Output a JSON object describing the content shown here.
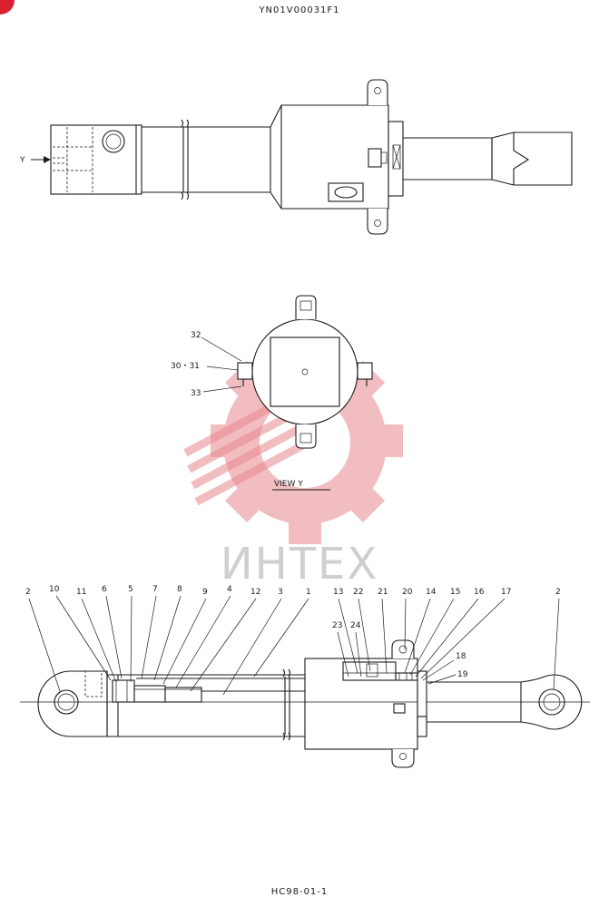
{
  "header": {
    "doc_code": "YN01V00031F1"
  },
  "footer": {
    "page_code": "HC98-01-1"
  },
  "watermark": {
    "text": "ИНТЕХ",
    "color": "#e8888e"
  },
  "top_view": {
    "arrow_label": "Y"
  },
  "view_y": {
    "caption": "VIEW   Y",
    "callouts": [
      "32",
      "30・31",
      "33"
    ]
  },
  "section_view": {
    "top_callouts": [
      "2",
      "10",
      "11",
      "6",
      "5",
      "7",
      "8",
      "9",
      "4",
      "12",
      "3",
      "1",
      "13",
      "22",
      "21",
      "20",
      "14",
      "15",
      "16",
      "17",
      "2"
    ],
    "inner_callouts": [
      "23",
      "24",
      "18",
      "19"
    ]
  }
}
